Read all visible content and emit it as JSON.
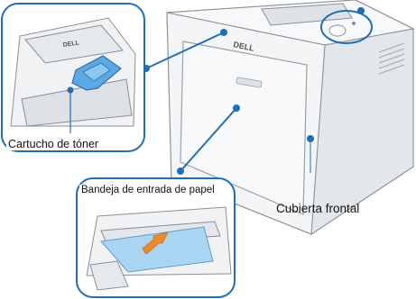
{
  "labels": {
    "toner": "Cartucho de tóner",
    "tray": "Bandeja de entrada de papel",
    "cover": "Cubierta frontal"
  },
  "brand": "DELL",
  "colors": {
    "callout_outline": "#1e6fb8",
    "callout_dot": "#1e6fb8",
    "toner_handle": "#5aa8e6",
    "paper": "#a9d4f2",
    "paper_arrow": "#f08a28",
    "printer_body": "#f2f3f5",
    "printer_shadow": "#d6d9de"
  }
}
